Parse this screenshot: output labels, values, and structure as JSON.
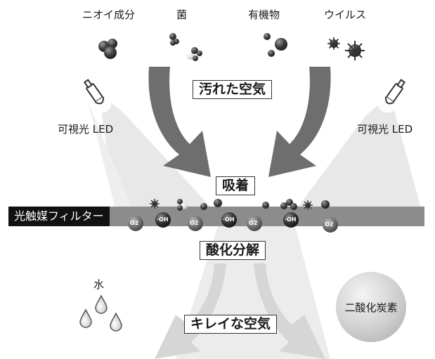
{
  "labels": {
    "odor": "ニオイ成分",
    "bacteria": "菌",
    "organic": "有機物",
    "virus": "ウイルス",
    "led_left": "可視光 LED",
    "led_right": "可視光 LED",
    "dirty_air": "汚れた空気",
    "adsorption": "吸着",
    "filter": "光触媒フィルター",
    "decomposition": "酸化分解",
    "water": "水",
    "co2": "二酸化炭素",
    "clean_air": "キレイな空気"
  },
  "molecules": {
    "o2": "O2",
    "oh": "·OH"
  },
  "colors": {
    "filter_bar": "#8c8c8c",
    "light_beam": "#e6e6e6",
    "arrow": "#6e6e6e",
    "particle": "#3a3a3a"
  }
}
